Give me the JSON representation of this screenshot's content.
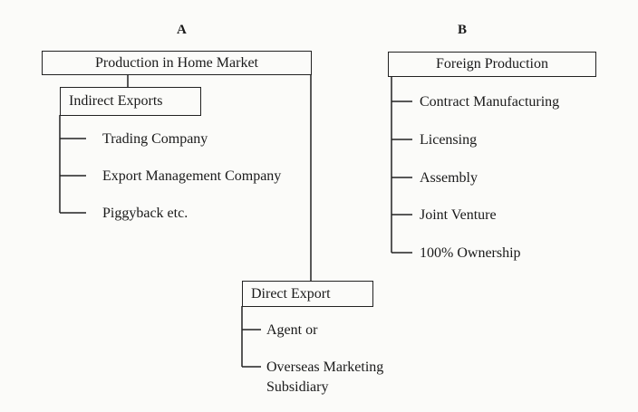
{
  "column_a": {
    "label": "A",
    "root": "Production in Home Market",
    "indirect": {
      "title": "Indirect Exports",
      "items": [
        "Trading Company",
        "Export Management Company",
        "Piggyback etc."
      ]
    },
    "direct": {
      "title": "Direct Export",
      "items": [
        "Agent or",
        "Overseas Marketing",
        "Subsidiary"
      ]
    }
  },
  "column_b": {
    "label": "B",
    "root": "Foreign Production",
    "items": [
      "Contract Manufacturing",
      "Licensing",
      "Assembly",
      "Joint Venture",
      "100% Ownership"
    ]
  }
}
